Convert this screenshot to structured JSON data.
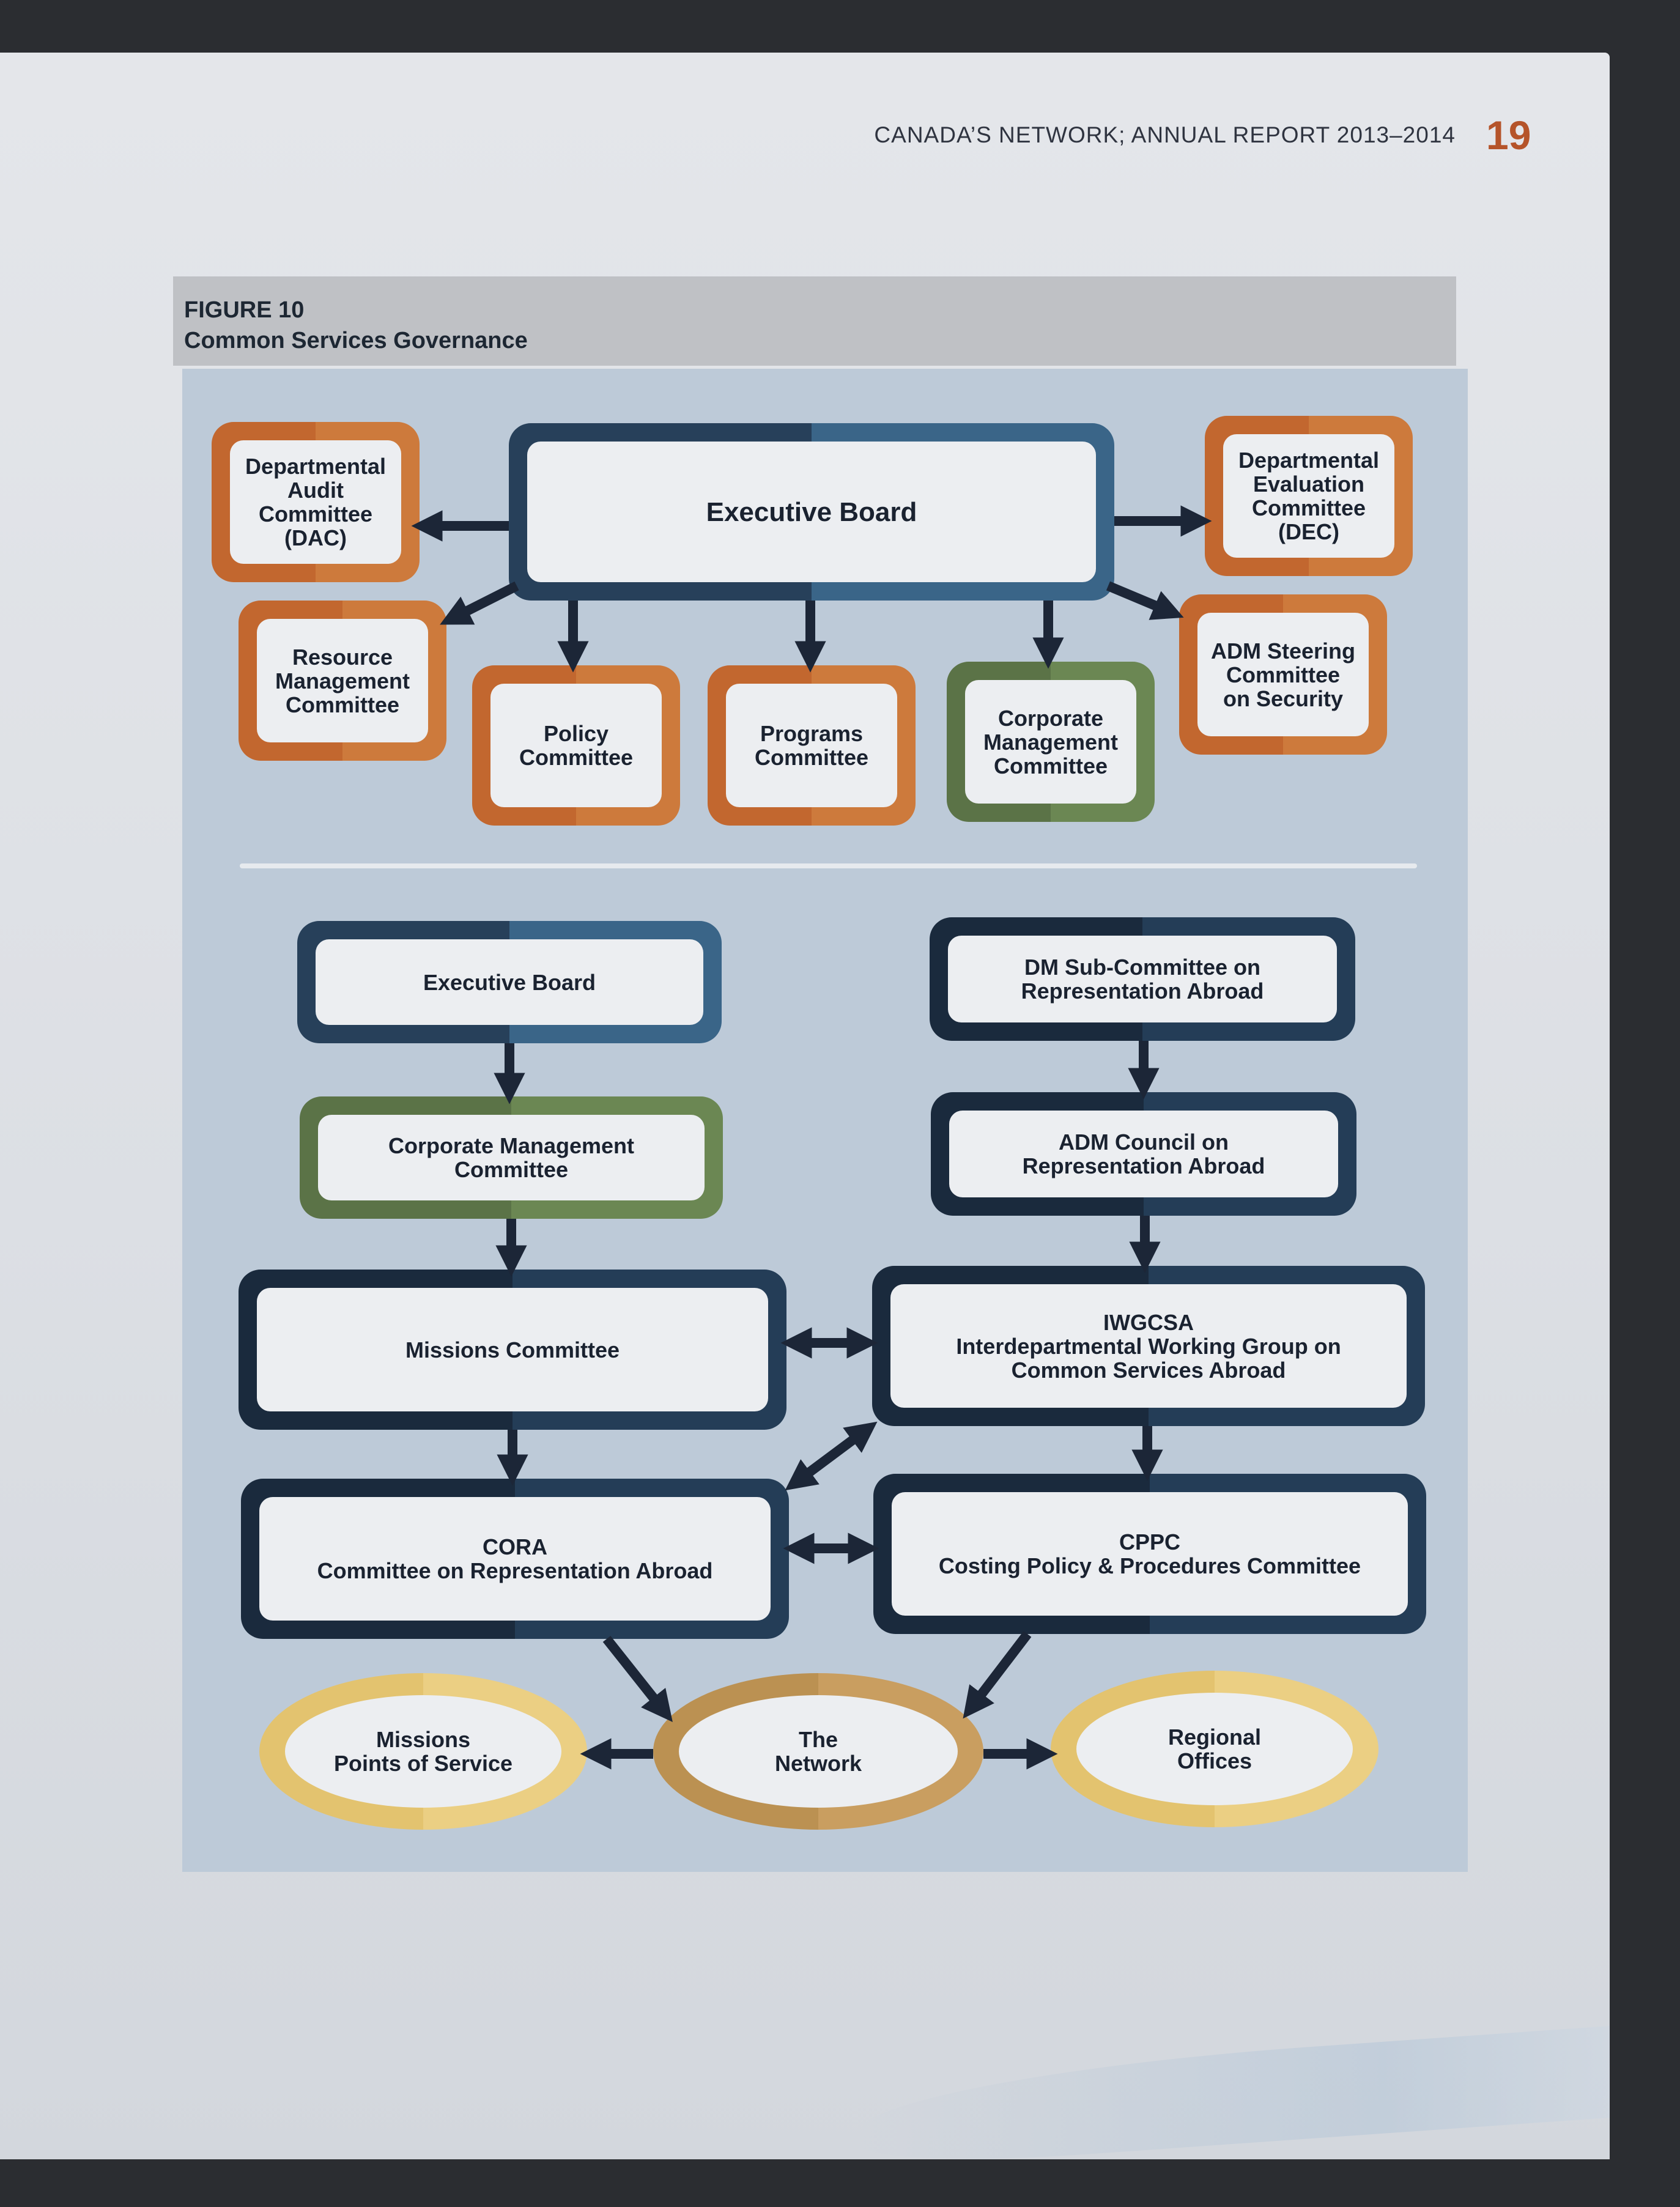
{
  "header": {
    "title": "CANADA’S NETWORK; ANNUAL REPORT 2013–2014",
    "page_number": "19"
  },
  "figure": {
    "label": "FIGURE 10",
    "title": "Common Services Governance"
  },
  "top_chart": {
    "executive_board": "Executive Board",
    "dac": "Departmental\nAudit\nCommittee\n(DAC)",
    "dec": "Departmental\nEvaluation\nCommittee\n(DEC)",
    "resource_mgmt": "Resource\nManagement\nCommittee",
    "policy": "Policy\nCommittee",
    "programs": "Programs\nCommittee",
    "corporate_mgmt": "Corporate\nManagement\nCommittee",
    "adm_security": "ADM Steering\nCommittee\non Security"
  },
  "bottom_chart": {
    "executive_board": "Executive Board",
    "corporate_mgmt": "Corporate Management\nCommittee",
    "missions_committee": "Missions Committee",
    "cora": "CORA\nCommittee on Representation Abroad",
    "dm_subcommittee": "DM Sub-Committee on\nRepresentation Abroad",
    "adm_council": "ADM Council on\nRepresentation Abroad",
    "iwgcsa": "IWGCSA\nInterdepartmental Working Group on\nCommon Services Abroad",
    "cppc": "CPPC\nCosting Policy & Procedures Committee",
    "missions_pos": "Missions\nPoints of Service",
    "the_network": "The\nNetwork",
    "regional_offices": "Regional\nOffices"
  },
  "colors": {
    "orange_frame": "#c2672f",
    "green_frame": "#5b7347",
    "blue_frame": "#3a6588",
    "navy_frame": "#1a2a3d",
    "gold_oval": "#e3c36f",
    "tan_oval": "#bb9152",
    "page_number": "#b5542a",
    "arrow": "#1c2637"
  }
}
